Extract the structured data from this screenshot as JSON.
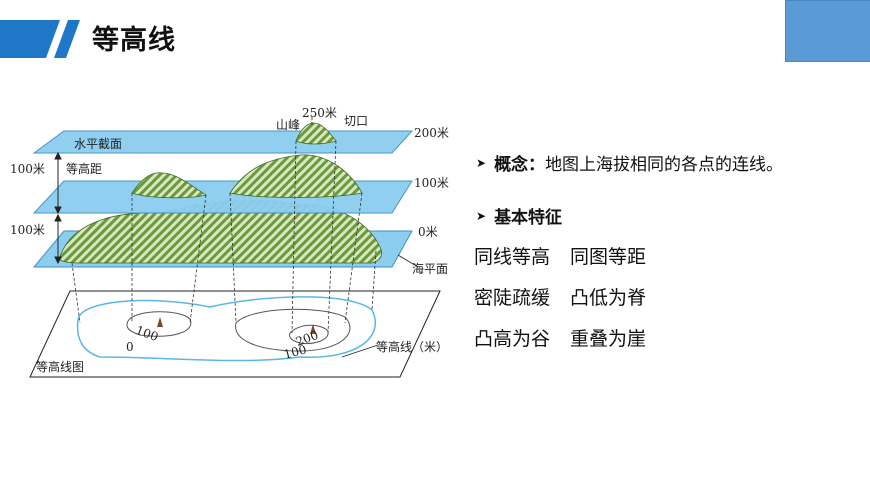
{
  "header": {
    "title": "等高线"
  },
  "diagram": {
    "labels": {
      "summit": "山峰",
      "elev250": "250米",
      "pass": "切口",
      "plane200": "200米",
      "horizontal_section": "水平截面",
      "interval": "等高距",
      "left100a": "100米",
      "left100b": "100米",
      "plane100": "100米",
      "plane0": "0米",
      "sea_level": "海平面",
      "contour_map": "等高线图",
      "contour_line_unit": "等高线（米）",
      "c100_left": "100",
      "c200": "200",
      "c100_right": "100",
      "c0": "0"
    }
  },
  "content": {
    "concept_label": "概念：",
    "concept_text": "地图上海拔相同的各点的连线。",
    "features_title": "基本特征",
    "features": [
      [
        "同线等高",
        "同图等距"
      ],
      [
        "密陡疏缓",
        "凸低为脊"
      ],
      [
        "凸高为谷",
        "重叠为崖"
      ]
    ]
  },
  "colors": {
    "brand_blue": "#1f77c8",
    "plane_blue": "#8ccdf0",
    "mountain_green": "#6a9a3a",
    "corner_box": "#5b9bd5"
  }
}
